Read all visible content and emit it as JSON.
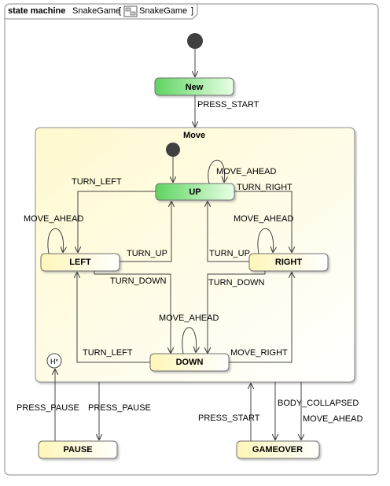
{
  "frame": {
    "keyword": "state machine",
    "name": "SnakeGame",
    "bracket_open": "[",
    "bracket_name": "SnakeGame",
    "bracket_close": "]"
  },
  "states": {
    "new": "New",
    "move": "Move",
    "up": "UP",
    "left": "LEFT",
    "right": "RIGHT",
    "down": "DOWN",
    "pause": "PAUSE",
    "gameover": "GAMEOVER",
    "history": "H*"
  },
  "transitions": {
    "press_start_top": "PRESS_START",
    "turn_left_up": "TURN_LEFT",
    "move_ahead_up": "MOVE_AHEAD",
    "turn_right_up": "TURN_RIGHT",
    "move_ahead_left": "MOVE_AHEAD",
    "move_ahead_right": "MOVE_AHEAD",
    "turn_up_left": "TURN_UP",
    "turn_up_right": "TURN_UP",
    "turn_down_left": "TURN_DOWN",
    "turn_down_right": "TURN_DOWN",
    "move_ahead_down": "MOVE_AHEAD",
    "turn_left_down": "TURN_LEFT",
    "move_right_down": "MOVE_RIGHT",
    "press_pause_out": "PRESS_PAUSE",
    "press_pause_in": "PRESS_PAUSE",
    "press_start_bottom": "PRESS_START",
    "body_collapsed": "BODY_COLLAPSED",
    "move_ahead_gameover": "MOVE_AHEAD"
  },
  "colors": {
    "active_state": "#79e07b",
    "region_fill": "#fffcd8",
    "state_fill": "#fffbd0",
    "initial_node": "#404040"
  }
}
